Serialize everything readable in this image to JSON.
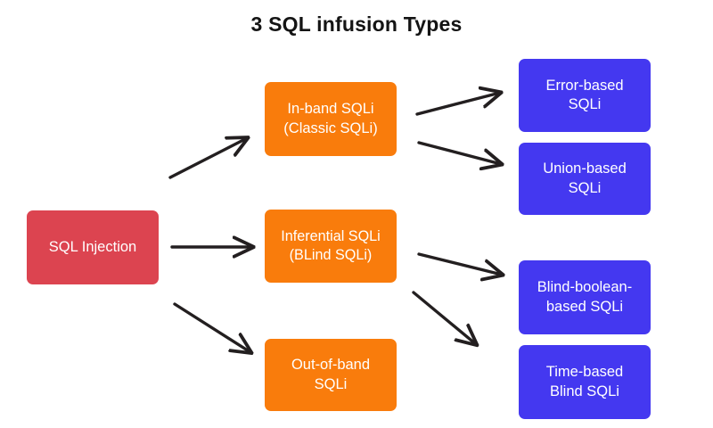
{
  "title": "3 SQL infusion Types",
  "colors": {
    "background": "#ffffff",
    "title_text": "#141414",
    "root": "#dc4450",
    "branch": "#f97c0c",
    "leaf": "#4438f0",
    "node_text": "#ffffff",
    "arrow": "#231f20"
  },
  "nodes": {
    "root": {
      "id": "sql-injection",
      "label": "SQL Injection"
    },
    "branches": [
      {
        "id": "in-band",
        "label": "In-band SQLi\n(Classic SQLi)"
      },
      {
        "id": "inferential",
        "label": "Inferential SQLi\n(BLind SQLi)"
      },
      {
        "id": "out-of-band",
        "label": "Out-of-band\nSQLi"
      }
    ],
    "leaves": [
      {
        "id": "error-based",
        "label": "Error-based\nSQLi"
      },
      {
        "id": "union-based",
        "label": "Union-based\nSQLi"
      },
      {
        "id": "blind-boolean",
        "label": "Blind-boolean-\nbased SQLi"
      },
      {
        "id": "time-based",
        "label": "Time-based\nBlind SQLi"
      }
    ]
  },
  "edges": [
    {
      "from": "sql-injection",
      "to": "in-band"
    },
    {
      "from": "sql-injection",
      "to": "inferential"
    },
    {
      "from": "sql-injection",
      "to": "out-of-band"
    },
    {
      "from": "in-band",
      "to": "error-based"
    },
    {
      "from": "in-band",
      "to": "union-based"
    },
    {
      "from": "inferential",
      "to": "blind-boolean"
    },
    {
      "from": "inferential",
      "to": "time-based"
    }
  ]
}
